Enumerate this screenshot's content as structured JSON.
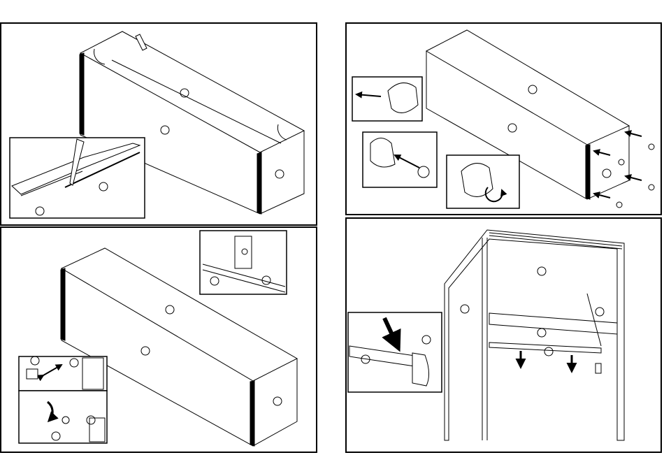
{
  "sheet": {
    "background": "#ffffff",
    "ink": "#000000"
  },
  "panels": [
    {
      "id": "p1",
      "step": "attach-top-and-bottom-panels",
      "callouts": [
        "",
        "",
        "",
        "",
        ""
      ]
    },
    {
      "id": "p2",
      "step": "insert-cam-bolts-and-dowels",
      "callouts": [
        "",
        "",
        ""
      ]
    },
    {
      "id": "p3",
      "step": "attach-side-panel-with-cam-locks",
      "callouts": [
        "",
        "",
        "",
        "",
        "",
        "",
        "",
        "",
        "",
        ""
      ]
    },
    {
      "id": "p4",
      "step": "install-shelf-and-clothes-rail",
      "callouts": [
        "",
        "",
        "",
        "",
        "",
        "",
        ""
      ]
    }
  ],
  "icons": [
    "pencil-icon",
    "cam-lock-icon",
    "cam-bolt-icon",
    "screwdriver-icon",
    "push-arrow-icon",
    "rotate-arrow-icon",
    "rail-bracket-icon"
  ]
}
